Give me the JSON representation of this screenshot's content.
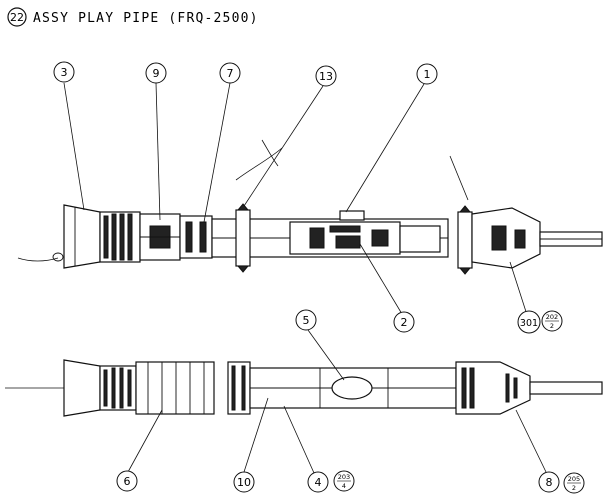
{
  "header": {
    "number": "22",
    "title": "ASSY PLAY PIPE (FRQ-2500)"
  },
  "callouts": {
    "c3": "3",
    "c9": "9",
    "c7": "7",
    "c13": "13",
    "c1": "1",
    "c2": "2",
    "c301": "301",
    "c5": "5",
    "c6": "6",
    "c10": "10",
    "c4": "4",
    "c8": "8"
  },
  "fractions": {
    "f202_top": "202",
    "f202_bottom": "2",
    "f203_top": "203",
    "f203_bottom": "4",
    "f205_top": "205",
    "f205_bottom": "2"
  }
}
